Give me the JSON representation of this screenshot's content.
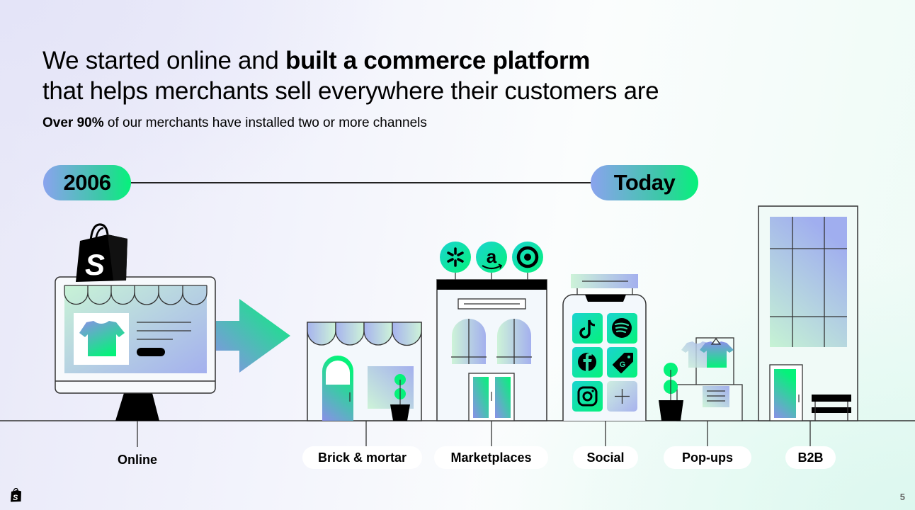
{
  "headline": {
    "line1_regular": "We started online and ",
    "line1_bold": "built a commerce platform",
    "line2": "that helps merchants sell everywhere their customers are"
  },
  "subhead": {
    "bold": "Over 90%",
    "regular": " of our merchants have installed two or more channels"
  },
  "timeline": {
    "start_label": "2006",
    "end_label": "Today"
  },
  "channels": [
    {
      "label": "Online",
      "icon": "monitor-storefront-icon"
    },
    {
      "label": "Brick & mortar",
      "icon": "storefront-icon"
    },
    {
      "label": "Marketplaces",
      "icon": "building-icon",
      "badges": [
        "walmart-icon",
        "amazon-icon",
        "target-icon"
      ]
    },
    {
      "label": "Social",
      "icon": "phone-icon",
      "apps": [
        "tiktok-icon",
        "spotify-icon",
        "facebook-icon",
        "google-tag-icon",
        "instagram-icon",
        "plus-icon"
      ]
    },
    {
      "label": "Pop-ups",
      "icon": "popup-stand-icon"
    },
    {
      "label": "B2B",
      "icon": "office-building-icon"
    }
  ],
  "brand": {
    "logo": "shopify-bag-icon",
    "colors": {
      "green": "#05f27a",
      "teal": "#3cc8a8",
      "periwinkle": "#8aa3ee",
      "ink": "#000000"
    }
  },
  "footer": {
    "page_number": "5"
  }
}
